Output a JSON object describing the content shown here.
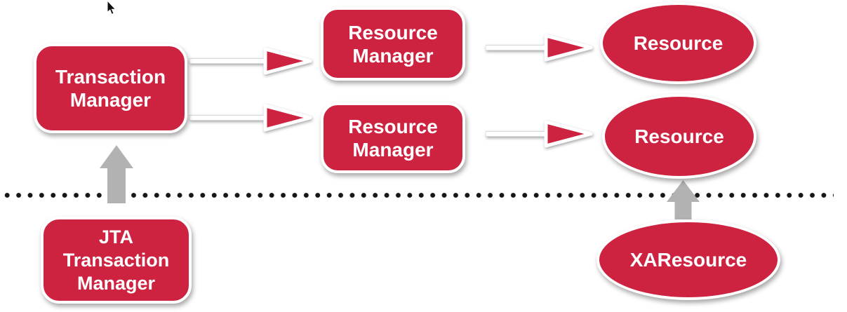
{
  "diagram": {
    "type": "architecture-flow",
    "background": "#ffffff",
    "divider": {
      "style": "dotted-horizontal-line",
      "dot_color": "#161616"
    },
    "nodes": {
      "transaction_manager": {
        "label": "Transaction\nManager",
        "shape": "rounded-rectangle",
        "fill": "#CE2340",
        "border": "#ffffff",
        "text_color": "#ffffff"
      },
      "resource_manager_1": {
        "label": "Resource\nManager",
        "shape": "rounded-rectangle",
        "fill": "#CE2340",
        "border": "#ffffff",
        "text_color": "#ffffff"
      },
      "resource_manager_2": {
        "label": "Resource\nManager",
        "shape": "rounded-rectangle",
        "fill": "#CE2340",
        "border": "#ffffff",
        "text_color": "#ffffff"
      },
      "resource_1": {
        "label": "Resource",
        "shape": "ellipse",
        "fill": "#CE2340",
        "border": "#ffffff",
        "text_color": "#ffffff"
      },
      "resource_2": {
        "label": "Resource",
        "shape": "ellipse",
        "fill": "#CE2340",
        "border": "#ffffff",
        "text_color": "#ffffff"
      },
      "jta_transaction_manager": {
        "label": "JTA\nTransaction\nManager",
        "shape": "rounded-rectangle",
        "fill": "#CE2340",
        "border": "#ffffff",
        "text_color": "#ffffff"
      },
      "xa_resource": {
        "label": "XAResource",
        "shape": "ellipse",
        "fill": "#CE2340",
        "border": "#ffffff",
        "text_color": "#ffffff"
      }
    },
    "edges": [
      {
        "from": "transaction_manager",
        "to": "resource_manager_1",
        "style": "red-triangle-arrow",
        "direction": "right"
      },
      {
        "from": "transaction_manager",
        "to": "resource_manager_2",
        "style": "red-triangle-arrow",
        "direction": "right"
      },
      {
        "from": "resource_manager_1",
        "to": "resource_1",
        "style": "red-triangle-arrow",
        "direction": "right"
      },
      {
        "from": "resource_manager_2",
        "to": "resource_2",
        "style": "red-triangle-arrow",
        "direction": "right"
      },
      {
        "from": "jta_transaction_manager",
        "to": "transaction_manager",
        "style": "gray-block-arrow",
        "direction": "up"
      },
      {
        "from": "xa_resource",
        "to": "resource_2",
        "style": "gray-block-arrow",
        "direction": "up"
      }
    ],
    "colors": {
      "node_fill": "#CE2340",
      "node_border": "#ffffff",
      "label_text": "#ffffff",
      "gray_arrow": "#B2B2B2",
      "divider_dot": "#161616"
    },
    "cursor": {
      "type": "mouse-pointer"
    }
  }
}
